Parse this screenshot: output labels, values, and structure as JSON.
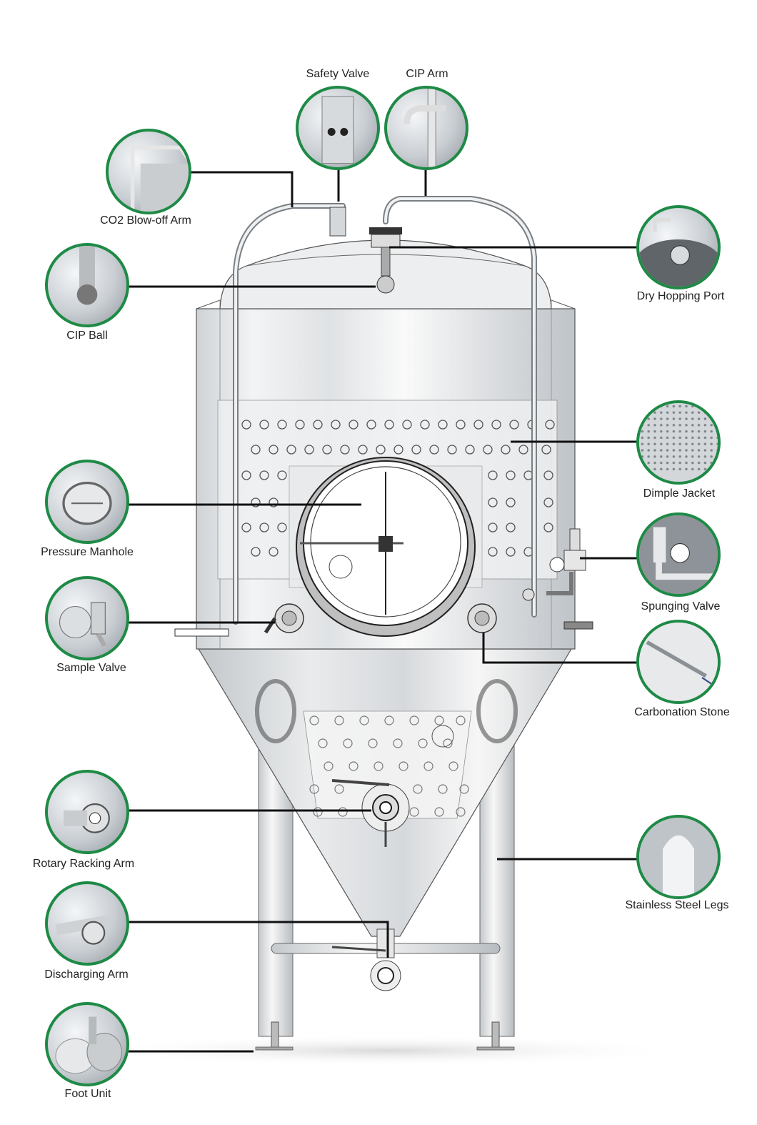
{
  "diagram": {
    "subject": "Conical fermentation tank components",
    "accent_color": "#1e8a46",
    "leader_color": "#111111",
    "components": [
      {
        "id": "safety-valve",
        "label": "Safety Valve",
        "side": "top"
      },
      {
        "id": "cip-arm",
        "label": "CIP Arm",
        "side": "top"
      },
      {
        "id": "co2-blow-off-arm",
        "label": "CO2 Blow-off Arm",
        "side": "left"
      },
      {
        "id": "cip-ball",
        "label": "CIP Ball",
        "side": "left"
      },
      {
        "id": "pressure-manhole",
        "label": "Pressure Manhole",
        "side": "left"
      },
      {
        "id": "sample-valve",
        "label": "Sample Valve",
        "side": "left"
      },
      {
        "id": "rotary-racking-arm",
        "label": "Rotary Racking Arm",
        "side": "left"
      },
      {
        "id": "discharging-arm",
        "label": "Discharging Arm",
        "side": "left"
      },
      {
        "id": "foot-unit",
        "label": "Foot Unit",
        "side": "left"
      },
      {
        "id": "dry-hopping-port",
        "label": "Dry Hopping Port",
        "side": "right"
      },
      {
        "id": "dimple-jacket",
        "label": "Dimple Jacket",
        "side": "right"
      },
      {
        "id": "spunging-valve",
        "label": "Spunging Valve",
        "side": "right"
      },
      {
        "id": "carbonation-stone",
        "label": "Carbonation Stone",
        "side": "right"
      },
      {
        "id": "stainless-steel-legs",
        "label": "Stainless Steel Legs",
        "side": "right"
      }
    ]
  }
}
